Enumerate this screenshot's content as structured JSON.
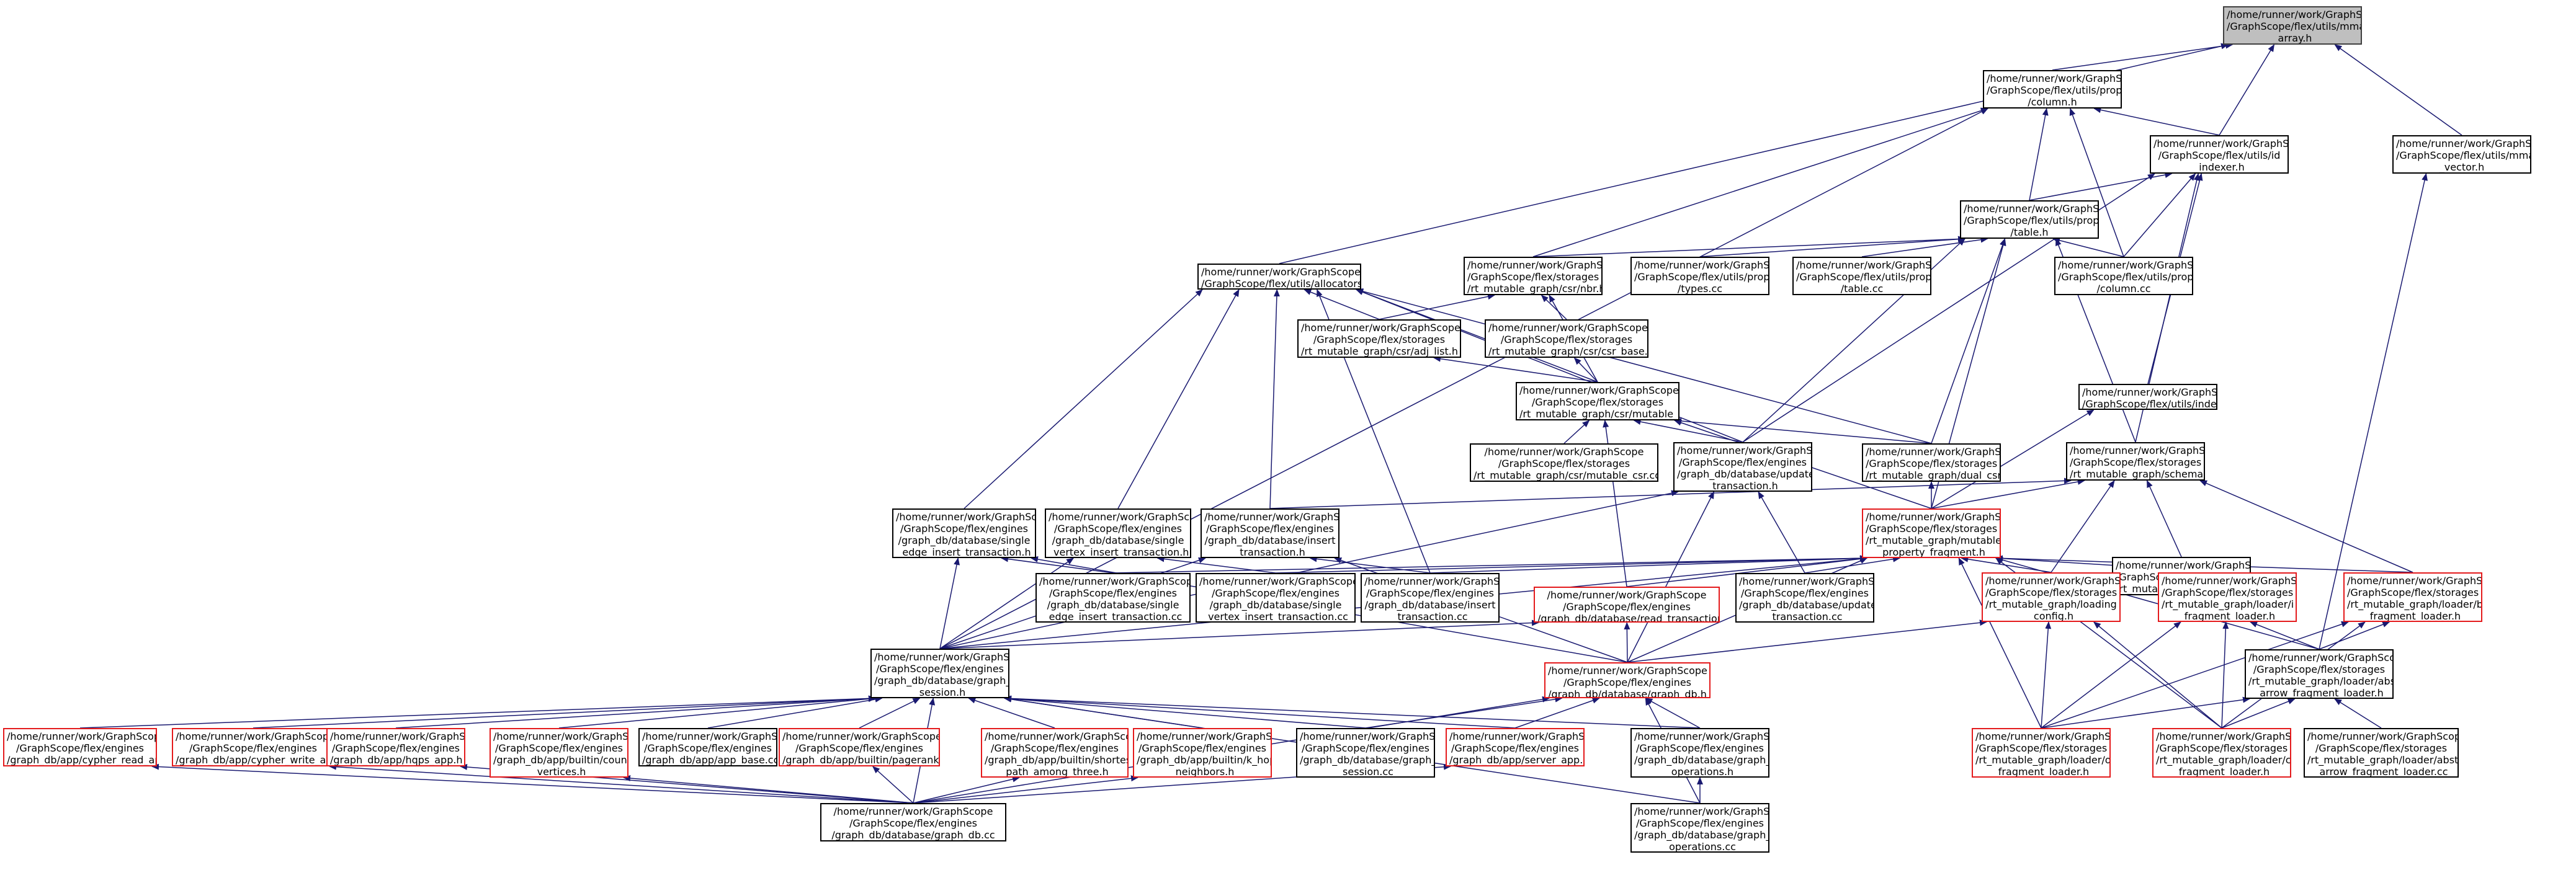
{
  "graph": {
    "type": "include-dependency-graph",
    "colors": {
      "edge": "#191970",
      "node_border": "#000000",
      "red_border": "#e41a1c",
      "root_fill": "#bfbfbf"
    },
    "nodes": [
      {
        "id": "mmap_array",
        "style": "root",
        "lines": [
          "/home/runner/work/GraphScope",
          "/GraphScope/flex/utils/mmap",
          "_array.h"
        ]
      },
      {
        "id": "property_column",
        "style": "black",
        "lines": [
          "/home/runner/work/GraphScope",
          "/GraphScope/flex/utils/property",
          "/column.h"
        ]
      },
      {
        "id": "id_indexer",
        "style": "black",
        "lines": [
          "/home/runner/work/GraphScope",
          "/GraphScope/flex/utils/id",
          "_indexer.h"
        ]
      },
      {
        "id": "mmap_vector",
        "style": "black",
        "lines": [
          "/home/runner/work/GraphScope",
          "/GraphScope/flex/utils/mmap",
          "_vector.h"
        ]
      },
      {
        "id": "property_table",
        "style": "black",
        "lines": [
          "/home/runner/work/GraphScope",
          "/GraphScope/flex/utils/property",
          "/table.h"
        ]
      },
      {
        "id": "allocators",
        "style": "black",
        "lines": [
          "/home/runner/work/GraphScope",
          "/GraphScope/flex/utils/allocators.h"
        ]
      },
      {
        "id": "nbr",
        "style": "black",
        "lines": [
          "/home/runner/work/GraphScope",
          "/GraphScope/flex/storages",
          "/rt_mutable_graph/csr/nbr.h"
        ]
      },
      {
        "id": "types_cc",
        "style": "black",
        "lines": [
          "/home/runner/work/GraphScope",
          "/GraphScope/flex/utils/property",
          "/types.cc"
        ]
      },
      {
        "id": "table_cc",
        "style": "black",
        "lines": [
          "/home/runner/work/GraphScope",
          "/GraphScope/flex/utils/property",
          "/table.cc"
        ]
      },
      {
        "id": "column_cc",
        "style": "black",
        "lines": [
          "/home/runner/work/GraphScope",
          "/GraphScope/flex/utils/property",
          "/column.cc"
        ]
      },
      {
        "id": "adj_list",
        "style": "black",
        "lines": [
          "/home/runner/work/GraphScope",
          "/GraphScope/flex/storages",
          "/rt_mutable_graph/csr/adj_list.h"
        ]
      },
      {
        "id": "csr_base",
        "style": "black",
        "lines": [
          "/home/runner/work/GraphScope",
          "/GraphScope/flex/storages",
          "/rt_mutable_graph/csr/csr_base.h"
        ]
      },
      {
        "id": "mutable_csr",
        "style": "black",
        "lines": [
          "/home/runner/work/GraphScope",
          "/GraphScope/flex/storages",
          "/rt_mutable_graph/csr/mutable_csr.h"
        ]
      },
      {
        "id": "indexers",
        "style": "black",
        "lines": [
          "/home/runner/work/GraphScope",
          "/GraphScope/flex/utils/indexers.h"
        ]
      },
      {
        "id": "mutable_csr_cc",
        "style": "black",
        "lines": [
          "/home/runner/work/GraphScope",
          "/GraphScope/flex/storages",
          "/rt_mutable_graph/csr/mutable_csr.cc"
        ]
      },
      {
        "id": "update_txn",
        "style": "black",
        "lines": [
          "/home/runner/work/GraphScope",
          "/GraphScope/flex/engines",
          "/graph_db/database/update",
          "_transaction.h"
        ]
      },
      {
        "id": "dual_csr",
        "style": "black",
        "lines": [
          "/home/runner/work/GraphScope",
          "/GraphScope/flex/storages",
          "/rt_mutable_graph/dual_csr.h"
        ]
      },
      {
        "id": "schema",
        "style": "black",
        "lines": [
          "/home/runner/work/GraphScope",
          "/GraphScope/flex/storages",
          "/rt_mutable_graph/schema.h"
        ]
      },
      {
        "id": "single_edge_h",
        "style": "black",
        "lines": [
          "/home/runner/work/GraphScope",
          "/GraphScope/flex/engines",
          "/graph_db/database/single",
          "_edge_insert_transaction.h"
        ]
      },
      {
        "id": "single_vertex_h",
        "style": "black",
        "lines": [
          "/home/runner/work/GraphScope",
          "/GraphScope/flex/engines",
          "/graph_db/database/single",
          "_vertex_insert_transaction.h"
        ]
      },
      {
        "id": "insert_txn_h",
        "style": "black",
        "lines": [
          "/home/runner/work/GraphScope",
          "/GraphScope/flex/engines",
          "/graph_db/database/insert",
          "_transaction.h"
        ]
      },
      {
        "id": "mpf",
        "style": "red",
        "lines": [
          "/home/runner/work/GraphScope",
          "/GraphScope/flex/storages",
          "/rt_mutable_graph/mutable",
          "_property_fragment.h"
        ]
      },
      {
        "id": "schema_cc",
        "style": "black",
        "lines": [
          "/home/runner/work/GraphScope",
          "/GraphScope/flex/storages",
          "/rt_mutable_graph/schema.cc"
        ]
      },
      {
        "id": "single_edge_cc",
        "style": "black",
        "lines": [
          "/home/runner/work/GraphScope",
          "/GraphScope/flex/engines",
          "/graph_db/database/single",
          "_edge_insert_transaction.cc"
        ]
      },
      {
        "id": "single_vertex_cc",
        "style": "black",
        "lines": [
          "/home/runner/work/GraphScope",
          "/GraphScope/flex/engines",
          "/graph_db/database/single",
          "_vertex_insert_transaction.cc"
        ]
      },
      {
        "id": "insert_txn_cc",
        "style": "black",
        "lines": [
          "/home/runner/work/GraphScope",
          "/GraphScope/flex/engines",
          "/graph_db/database/insert",
          "_transaction.cc"
        ]
      },
      {
        "id": "read_txn",
        "style": "red",
        "lines": [
          "/home/runner/work/GraphScope",
          "/GraphScope/flex/engines",
          "/graph_db/database/read_transaction.h"
        ]
      },
      {
        "id": "update_txn_cc",
        "style": "black",
        "lines": [
          "/home/runner/work/GraphScope",
          "/GraphScope/flex/engines",
          "/graph_db/database/update",
          "_transaction.cc"
        ]
      },
      {
        "id": "loading_config",
        "style": "red",
        "lines": [
          "/home/runner/work/GraphScope",
          "/GraphScope/flex/storages",
          "/rt_mutable_graph/loading",
          "_config.h"
        ]
      },
      {
        "id": "i_fragment_loader",
        "style": "red",
        "lines": [
          "/home/runner/work/GraphScope",
          "/GraphScope/flex/storages",
          "/rt_mutable_graph/loader/i",
          "_fragment_loader.h"
        ]
      },
      {
        "id": "basic_fragment_loader",
        "style": "red",
        "lines": [
          "/home/runner/work/GraphScope",
          "/GraphScope/flex/storages",
          "/rt_mutable_graph/loader/basic",
          "_fragment_loader.h"
        ]
      },
      {
        "id": "graph_db_session_h",
        "style": "black",
        "lines": [
          "/home/runner/work/GraphScope",
          "/GraphScope/flex/engines",
          "/graph_db/database/graph_db",
          "_session.h"
        ]
      },
      {
        "id": "graph_db_h",
        "style": "red",
        "lines": [
          "/home/runner/work/GraphScope",
          "/GraphScope/flex/engines",
          "/graph_db/database/graph_db.h"
        ]
      },
      {
        "id": "abstract_loader_h",
        "style": "black",
        "lines": [
          "/home/runner/work/GraphScope",
          "/GraphScope/flex/storages",
          "/rt_mutable_graph/loader/abstract",
          "_arrow_fragment_loader.h"
        ]
      },
      {
        "id": "cypher_read",
        "style": "red",
        "lines": [
          "/home/runner/work/GraphScope",
          "/GraphScope/flex/engines",
          "/graph_db/app/cypher_read_app.h"
        ]
      },
      {
        "id": "cypher_write",
        "style": "red",
        "lines": [
          "/home/runner/work/GraphScope",
          "/GraphScope/flex/engines",
          "/graph_db/app/cypher_write_app.h"
        ]
      },
      {
        "id": "hqps_app",
        "style": "red",
        "lines": [
          "/home/runner/work/GraphScope",
          "/GraphScope/flex/engines",
          "/graph_db/app/hqps_app.h"
        ]
      },
      {
        "id": "count_vertices",
        "style": "red",
        "lines": [
          "/home/runner/work/GraphScope",
          "/GraphScope/flex/engines",
          "/graph_db/app/builtin/count",
          "_vertices.h"
        ]
      },
      {
        "id": "app_base_cc",
        "style": "black",
        "lines": [
          "/home/runner/work/GraphScope",
          "/GraphScope/flex/engines",
          "/graph_db/app/app_base.cc"
        ]
      },
      {
        "id": "pagerank",
        "style": "red",
        "lines": [
          "/home/runner/work/GraphScope",
          "/GraphScope/flex/engines",
          "/graph_db/app/builtin/pagerank.h"
        ]
      },
      {
        "id": "shortest_path",
        "style": "red",
        "lines": [
          "/home/runner/work/GraphScope",
          "/GraphScope/flex/engines",
          "/graph_db/app/builtin/shortest",
          "_path_among_three.h"
        ]
      },
      {
        "id": "k_hop",
        "style": "red",
        "lines": [
          "/home/runner/work/GraphScope",
          "/GraphScope/flex/engines",
          "/graph_db/app/builtin/k_hop",
          "_neighbors.h"
        ]
      },
      {
        "id": "graph_db_session_cc",
        "style": "black",
        "lines": [
          "/home/runner/work/GraphScope",
          "/GraphScope/flex/engines",
          "/graph_db/database/graph_db",
          "_session.cc"
        ]
      },
      {
        "id": "server_app",
        "style": "red",
        "lines": [
          "/home/runner/work/GraphScope",
          "/GraphScope/flex/engines",
          "/graph_db/app/server_app.h"
        ]
      },
      {
        "id": "graph_db_ops_h",
        "style": "black",
        "lines": [
          "/home/runner/work/GraphScope",
          "/GraphScope/flex/engines",
          "/graph_db/database/graph_db",
          "_operations.h"
        ]
      },
      {
        "id": "odps_loader",
        "style": "red",
        "lines": [
          "/home/runner/work/GraphScope",
          "/GraphScope/flex/storages",
          "/rt_mutable_graph/loader/odps",
          "_fragment_loader.h"
        ]
      },
      {
        "id": "csv_loader",
        "style": "red",
        "lines": [
          "/home/runner/work/GraphScope",
          "/GraphScope/flex/storages",
          "/rt_mutable_graph/loader/csv",
          "_fragment_loader.h"
        ]
      },
      {
        "id": "abstract_loader_cc",
        "style": "black",
        "lines": [
          "/home/runner/work/GraphScope",
          "/GraphScope/flex/storages",
          "/rt_mutable_graph/loader/abstract",
          "_arrow_fragment_loader.cc"
        ]
      },
      {
        "id": "graph_db_cc",
        "style": "black",
        "lines": [
          "/home/runner/work/GraphScope",
          "/GraphScope/flex/engines",
          "/graph_db/database/graph_db.cc"
        ]
      },
      {
        "id": "graph_db_ops_cc",
        "style": "black",
        "lines": [
          "/home/runner/work/GraphScope",
          "/GraphScope/flex/engines",
          "/graph_db/database/graph_db",
          "_operations.cc"
        ]
      }
    ],
    "edges": [
      [
        "property_column",
        "mmap_array"
      ],
      [
        "id_indexer",
        "mmap_array"
      ],
      [
        "mmap_vector",
        "mmap_array"
      ],
      [
        "allocators",
        "mmap_array"
      ],
      [
        "property_table",
        "property_column"
      ],
      [
        "column_cc",
        "property_column"
      ],
      [
        "nbr",
        "property_column"
      ],
      [
        "graph_db_session_h",
        "property_column"
      ],
      [
        "id_indexer",
        "property_column"
      ],
      [
        "property_table",
        "id_indexer"
      ],
      [
        "column_cc",
        "id_indexer"
      ],
      [
        "indexers",
        "id_indexer"
      ],
      [
        "schema",
        "id_indexer"
      ],
      [
        "update_txn",
        "id_indexer"
      ],
      [
        "abstract_loader_h",
        "mmap_vector"
      ],
      [
        "nbr",
        "property_table"
      ],
      [
        "types_cc",
        "property_table"
      ],
      [
        "table_cc",
        "property_table"
      ],
      [
        "column_cc",
        "property_table"
      ],
      [
        "dual_csr",
        "property_table"
      ],
      [
        "mpf",
        "property_table"
      ],
      [
        "schema",
        "property_table"
      ],
      [
        "update_txn",
        "property_table"
      ],
      [
        "adj_list",
        "allocators"
      ],
      [
        "mutable_csr",
        "allocators"
      ],
      [
        "dual_csr",
        "allocators"
      ],
      [
        "single_edge_h",
        "allocators"
      ],
      [
        "single_vertex_h",
        "allocators"
      ],
      [
        "insert_txn_h",
        "allocators"
      ],
      [
        "insert_txn_cc",
        "allocators"
      ],
      [
        "update_txn",
        "allocators"
      ],
      [
        "adj_list",
        "nbr"
      ],
      [
        "csr_base",
        "nbr"
      ],
      [
        "mutable_csr",
        "nbr"
      ],
      [
        "mutable_csr",
        "csr_base"
      ],
      [
        "mutable_csr",
        "adj_list"
      ],
      [
        "mutable_csr_cc",
        "mutable_csr"
      ],
      [
        "update_txn",
        "mutable_csr"
      ],
      [
        "dual_csr",
        "mutable_csr"
      ],
      [
        "read_txn",
        "mutable_csr"
      ],
      [
        "mpf",
        "mutable_csr"
      ],
      [
        "mpf",
        "indexers"
      ],
      [
        "mpf",
        "dual_csr"
      ],
      [
        "mpf",
        "schema"
      ],
      [
        "schema_cc",
        "schema"
      ],
      [
        "loading_config",
        "schema"
      ],
      [
        "basic_fragment_loader",
        "schema"
      ],
      [
        "insert_txn_h",
        "schema"
      ],
      [
        "graph_db_session_h",
        "update_txn"
      ],
      [
        "update_txn_cc",
        "update_txn"
      ],
      [
        "graph_db_h",
        "update_txn"
      ],
      [
        "single_edge_cc",
        "single_edge_h"
      ],
      [
        "graph_db_session_h",
        "single_edge_h"
      ],
      [
        "graph_db_h",
        "single_edge_h"
      ],
      [
        "single_vertex_cc",
        "single_vertex_h"
      ],
      [
        "graph_db_session_h",
        "single_vertex_h"
      ],
      [
        "insert_txn_cc",
        "insert_txn_h"
      ],
      [
        "graph_db_session_h",
        "insert_txn_h"
      ],
      [
        "graph_db_h",
        "insert_txn_h"
      ],
      [
        "read_txn",
        "mpf"
      ],
      [
        "single_edge_cc",
        "mpf"
      ],
      [
        "single_vertex_cc",
        "mpf"
      ],
      [
        "insert_txn_cc",
        "mpf"
      ],
      [
        "update_txn_cc",
        "mpf"
      ],
      [
        "graph_db_h",
        "mpf"
      ],
      [
        "graph_db_session_h",
        "mpf"
      ],
      [
        "i_fragment_loader",
        "mpf"
      ],
      [
        "basic_fragment_loader",
        "mpf"
      ],
      [
        "loading_config",
        "mpf"
      ],
      [
        "abstract_loader_h",
        "mpf"
      ],
      [
        "odps_loader",
        "mpf"
      ],
      [
        "csv_loader",
        "mpf"
      ],
      [
        "graph_db_session_h",
        "read_txn"
      ],
      [
        "graph_db_h",
        "read_txn"
      ],
      [
        "graph_db_h",
        "loading_config"
      ],
      [
        "odps_loader",
        "loading_config"
      ],
      [
        "csv_loader",
        "loading_config"
      ],
      [
        "abstract_loader_h",
        "i_fragment_loader"
      ],
      [
        "odps_loader",
        "i_fragment_loader"
      ],
      [
        "csv_loader",
        "i_fragment_loader"
      ],
      [
        "abstract_loader_h",
        "basic_fragment_loader"
      ],
      [
        "odps_loader",
        "basic_fragment_loader"
      ],
      [
        "csv_loader",
        "basic_fragment_loader"
      ],
      [
        "cypher_read",
        "graph_db_session_h"
      ],
      [
        "cypher_write",
        "graph_db_session_h"
      ],
      [
        "hqps_app",
        "graph_db_session_h"
      ],
      [
        "count_vertices",
        "graph_db_session_h"
      ],
      [
        "app_base_cc",
        "graph_db_session_h"
      ],
      [
        "pagerank",
        "graph_db_session_h"
      ],
      [
        "shortest_path",
        "graph_db_session_h"
      ],
      [
        "k_hop",
        "graph_db_session_h"
      ],
      [
        "graph_db_session_cc",
        "graph_db_session_h"
      ],
      [
        "server_app",
        "graph_db_session_h"
      ],
      [
        "graph_db_ops_h",
        "graph_db_session_h"
      ],
      [
        "graph_db_cc",
        "graph_db_session_h"
      ],
      [
        "graph_db_ops_cc",
        "graph_db_session_h"
      ],
      [
        "graph_db_session_cc",
        "graph_db_h"
      ],
      [
        "server_app",
        "graph_db_h"
      ],
      [
        "graph_db_ops_h",
        "graph_db_h"
      ],
      [
        "graph_db_cc",
        "graph_db_h"
      ],
      [
        "graph_db_ops_cc",
        "graph_db_h"
      ],
      [
        "odps_loader",
        "abstract_loader_h"
      ],
      [
        "csv_loader",
        "abstract_loader_h"
      ],
      [
        "abstract_loader_cc",
        "abstract_loader_h"
      ],
      [
        "graph_db_cc",
        "cypher_read"
      ],
      [
        "graph_db_cc",
        "cypher_write"
      ],
      [
        "graph_db_cc",
        "hqps_app"
      ],
      [
        "graph_db_cc",
        "count_vertices"
      ],
      [
        "graph_db_cc",
        "pagerank"
      ],
      [
        "graph_db_cc",
        "shortest_path"
      ],
      [
        "graph_db_cc",
        "k_hop"
      ],
      [
        "graph_db_cc",
        "server_app"
      ],
      [
        "graph_db_ops_cc",
        "graph_db_ops_h"
      ]
    ]
  }
}
